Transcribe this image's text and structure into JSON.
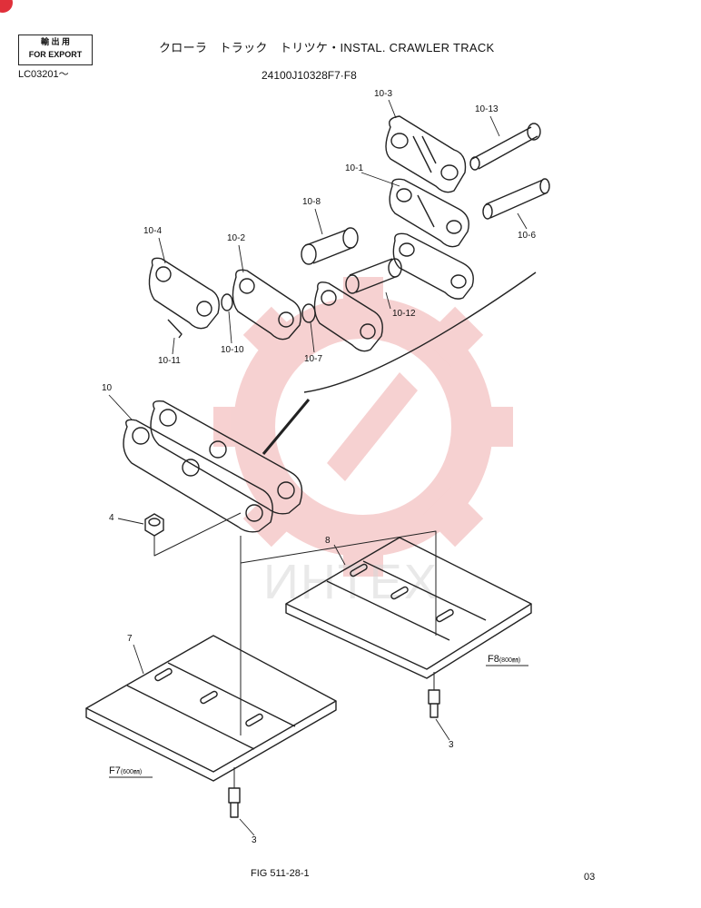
{
  "header": {
    "stamp_line1": "輸 出 用",
    "stamp_line2": "FOR EXPORT",
    "serial": "LC03201～",
    "title": "クローラ　トラック　トリツケ・INSTAL. CRAWLER TRACK",
    "model": "24100J10328F7·F8"
  },
  "labels": {
    "p10_3": "10-3",
    "p10_13": "10-13",
    "p10_1": "10-1",
    "p10_8": "10-8",
    "p10_6": "10-6",
    "p10_4": "10-4",
    "p10_2": "10-2",
    "p10_12": "10-12",
    "p10_11": "10-11",
    "p10_10": "10-10",
    "p10_7": "10-7",
    "p10": "10",
    "p4": "4",
    "p8": "8",
    "p7": "7",
    "p3a": "3",
    "p3b": "3"
  },
  "variants": {
    "f8": "F8",
    "f8_size": "(800㎜)",
    "f7": "F7",
    "f7_size": "(600㎜)"
  },
  "footer": {
    "figure": "FIG 511-28-1",
    "page": "03"
  },
  "watermark": {
    "text": "ИНТЕХ",
    "gear_color": "#f2b8b8"
  }
}
